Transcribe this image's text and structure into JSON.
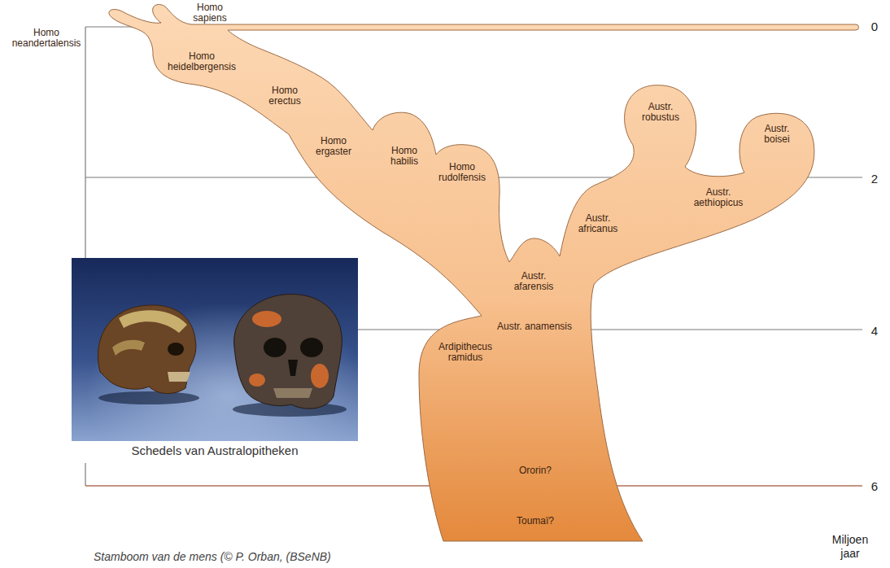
{
  "diagram": {
    "caption": "Stamboom van de mens (© P. Orban, (BSeNB)",
    "nodes": [
      {
        "text": [
          "Homo sapiens",
          "Homo neandertalensis",
          "Homo heidelbergensis",
          "Homo erectus",
          "Austr. robustus",
          "Austr. boisei",
          "Homo ergaster",
          "Homo habilis",
          "Homo rudolfensis",
          "Austr. aethiopicus",
          "Austr. africanus",
          "Austr. afarensis",
          "Austr. anamensis",
          "Ardipithecus ramidus",
          "Ororin?",
          "Toumaï?"
        ]
      },
      {
        "text": [
          "Schedels van Australopitheken"
        ]
      }
    ],
    "labels": [
      "0",
      "2",
      "4",
      "6",
      "Miljoen jaar"
    ]
  }
}
